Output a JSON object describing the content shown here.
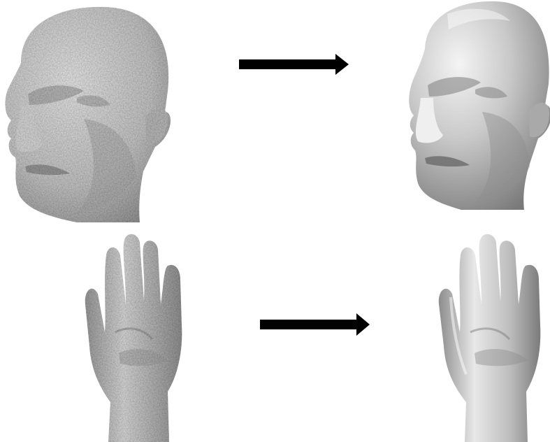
{
  "figure": {
    "rows": [
      {
        "subject": "head",
        "input": {
          "surface": "noisy"
        },
        "output": {
          "surface": "smooth"
        }
      },
      {
        "subject": "hand",
        "input": {
          "surface": "noisy"
        },
        "output": {
          "surface": "smooth"
        }
      }
    ],
    "arrow_color": "#000000",
    "surface_colors": {
      "noisy": "#c8c8c8",
      "smooth": "#bdbdbd",
      "shadow": "#6e6e6e"
    }
  }
}
